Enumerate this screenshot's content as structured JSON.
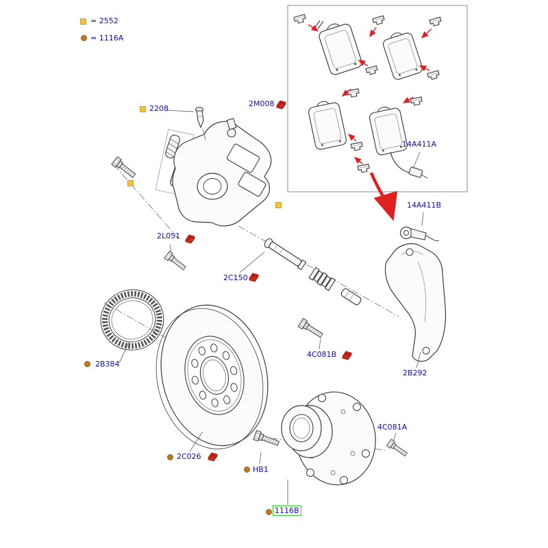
{
  "colors": {
    "label_blue": "#0a0abe",
    "clip_red": "#cc2a1e",
    "marker_yellow": "#f2c33c",
    "marker_orange": "#bd7a24",
    "highlight_green": "#2bd42b",
    "arrow_red": "#e02020"
  },
  "legend": {
    "items": [
      {
        "symbol": "yellow-square",
        "label": "= 2552"
      },
      {
        "symbol": "orange-circle",
        "label": "= 1116A"
      }
    ]
  },
  "parts": {
    "p2208": {
      "label": "2208"
    },
    "p2M008": {
      "label": "2M008"
    },
    "p14A411A": {
      "label": "14A411A"
    },
    "p14A411B": {
      "label": "14A411B"
    },
    "p2L051": {
      "label": "2L051"
    },
    "p2C150": {
      "label": "2C150"
    },
    "p2B384": {
      "label": "2B384"
    },
    "p4C081B": {
      "label": "4C081B"
    },
    "p2B292": {
      "label": "2B292"
    },
    "p2C026": {
      "label": "2C026"
    },
    "p4C081A": {
      "label": "4C081A"
    },
    "pHB1": {
      "label": "HB1"
    },
    "p1116B": {
      "label": "1116B"
    }
  }
}
